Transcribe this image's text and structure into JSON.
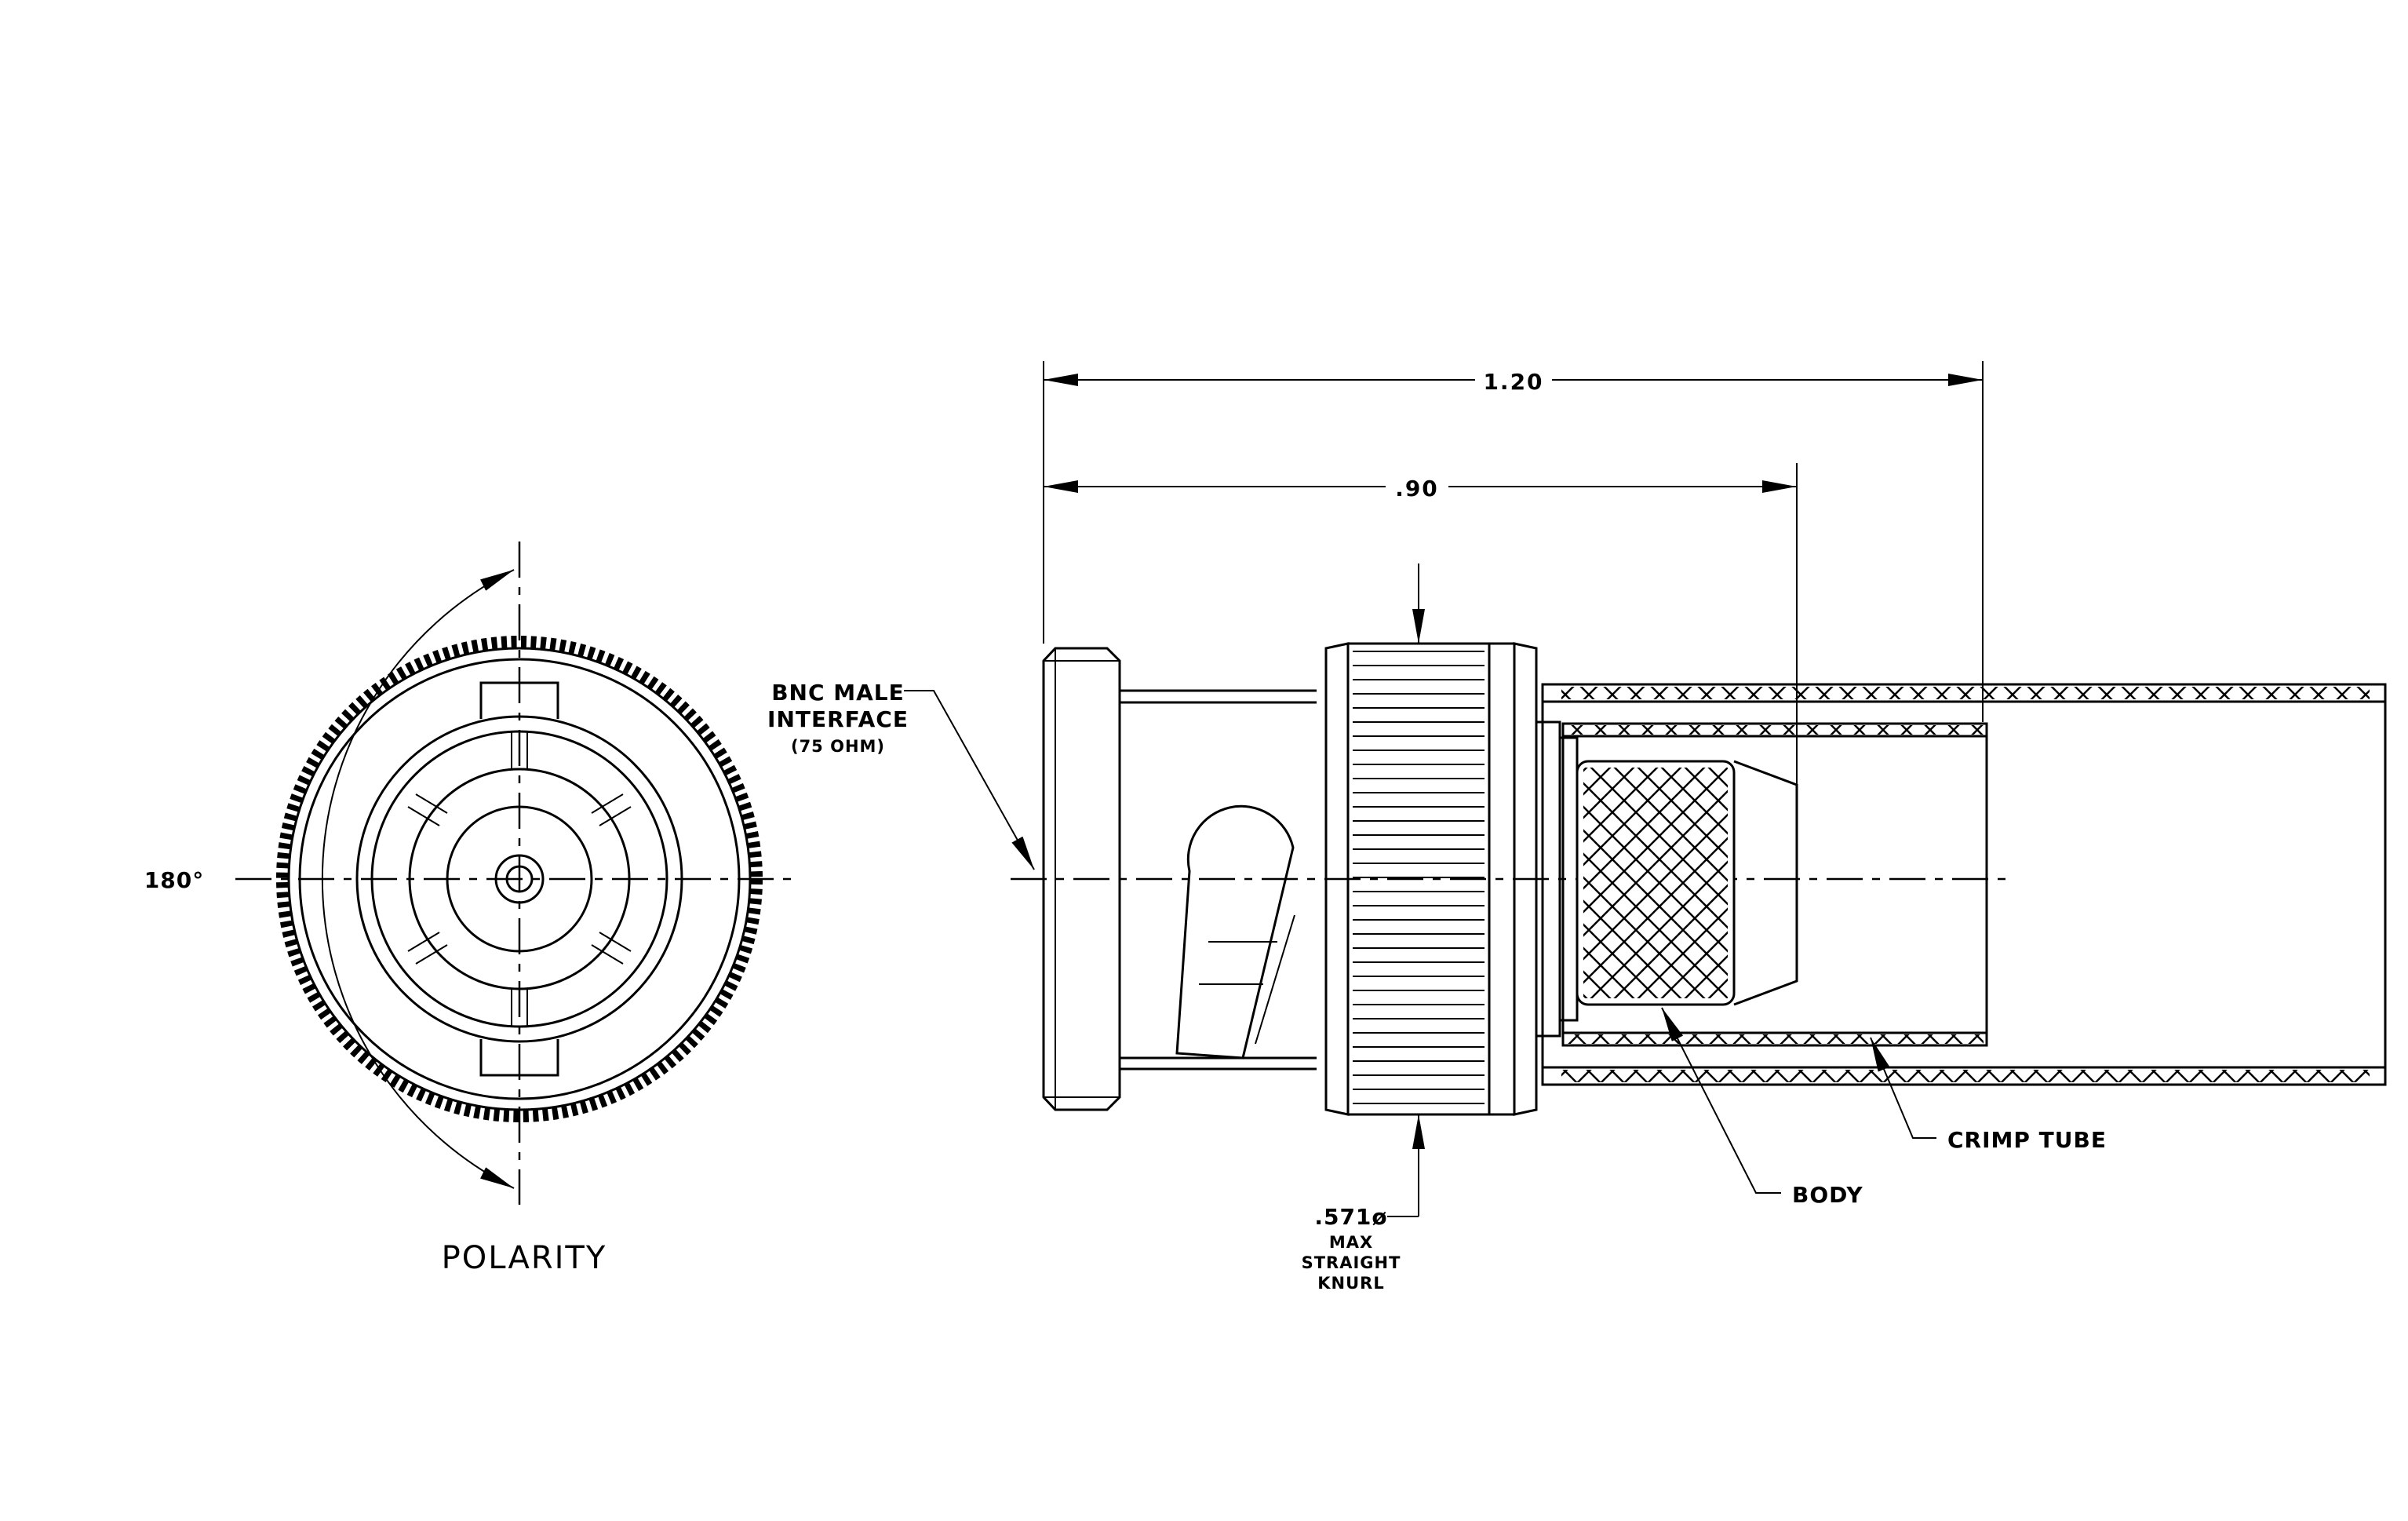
{
  "diagram": {
    "polarity_view": {
      "title": "POLARITY",
      "angle_label": "180°"
    },
    "side_view": {
      "dimensions": {
        "overall_length": "1.20",
        "body_length": ".90",
        "knurl_diameter": ".571ø",
        "knurl_note": [
          "MAX",
          "STRAIGHT",
          "KNURL"
        ]
      },
      "callouts": {
        "interface": [
          "BNC MALE",
          "INTERFACE",
          "(75 OHM)"
        ],
        "body": "BODY",
        "crimp_tube": "CRIMP TUBE"
      }
    },
    "colors": {
      "line": "#000000",
      "background": "#ffffff"
    }
  }
}
